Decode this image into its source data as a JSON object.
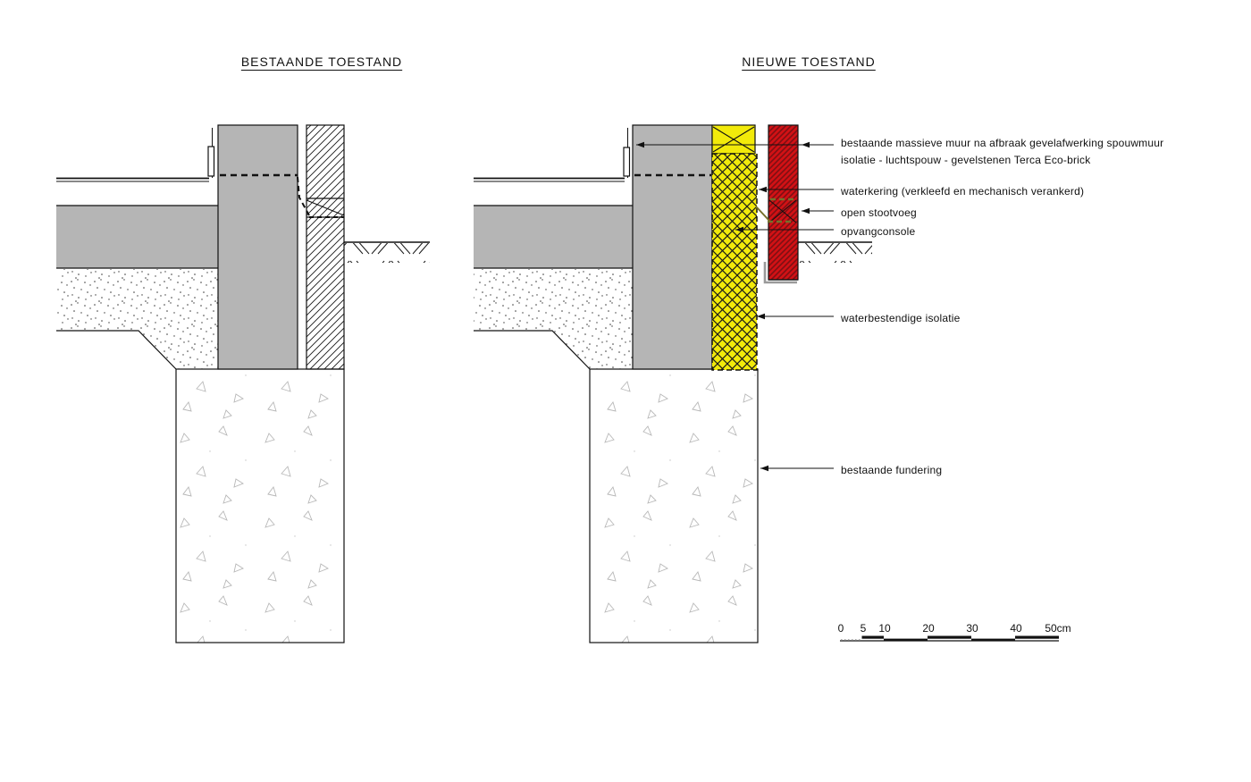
{
  "titles": {
    "existing": "BESTAANDE TOESTAND",
    "new": "NIEUWE TOESTAND"
  },
  "annotations": {
    "massive_wall": {
      "line1": "bestaande massieve muur na afbraak gevelafwerking spouwmuur",
      "line2": "isolatie - luchtspouw - gevelstenen Terca Eco-brick"
    },
    "waterkering": "waterkering (verkleefd en mechanisch verankerd)",
    "open_stootvoeg": "open stootvoeg",
    "opvangconsole": "opvangconsole",
    "waterbestendige_isolatie": "waterbestendige isolatie",
    "bestaande_fundering": "bestaande fundering"
  },
  "scale_bar": {
    "labels": [
      "0",
      "5",
      "10",
      "20",
      "30",
      "40",
      "50cm"
    ]
  },
  "colors": {
    "wall_gray": "#b5b5b5",
    "insulation_yellow": "#f2ea0a",
    "brick_red": "#d21115",
    "brick_hatch_red": "#7e1013",
    "waterkering_olive": "#75712c",
    "console_gray": "#9a9a9a",
    "line_black": "#111111"
  }
}
